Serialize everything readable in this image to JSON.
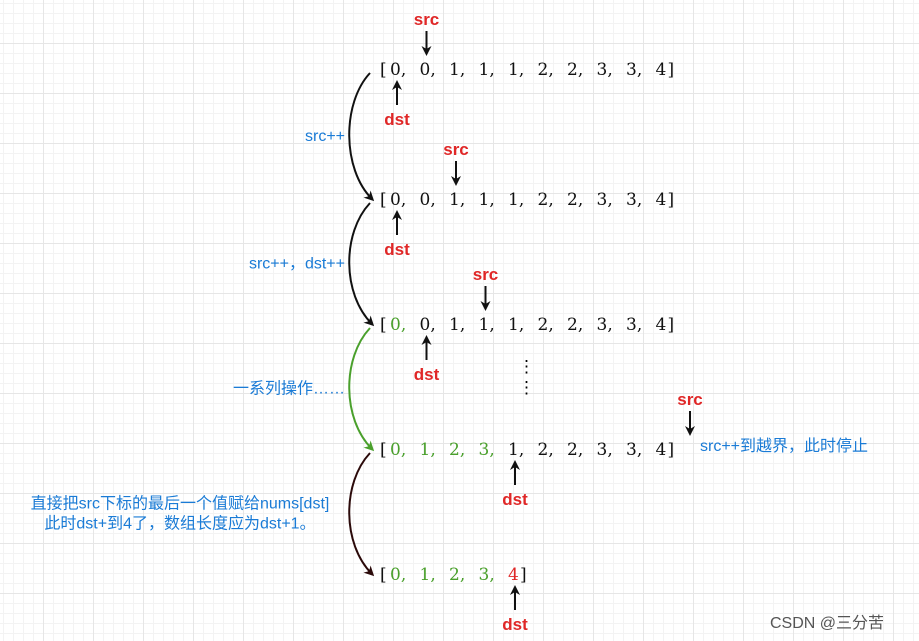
{
  "rows": [
    {
      "open": "[",
      "close": "]",
      "items": [
        "0,",
        "0,",
        "1,",
        "1,",
        "1,",
        "2,",
        "2,",
        "3,",
        "3,",
        "4"
      ],
      "colors": [
        "#111111",
        "#111111",
        "#111111",
        "#111111",
        "#111111",
        "#111111",
        "#111111",
        "#111111",
        "#111111",
        "#111111"
      ]
    },
    {
      "open": "[",
      "close": "]",
      "items": [
        "0,",
        "0,",
        "1,",
        "1,",
        "1,",
        "2,",
        "2,",
        "3,",
        "3,",
        "4"
      ],
      "colors": [
        "#111111",
        "#111111",
        "#111111",
        "#111111",
        "#111111",
        "#111111",
        "#111111",
        "#111111",
        "#111111",
        "#111111"
      ]
    },
    {
      "open": "[",
      "close": "]",
      "items": [
        "0,",
        "0,",
        "1,",
        "1,",
        "1,",
        "2,",
        "2,",
        "3,",
        "3,",
        "4"
      ],
      "colors": [
        "#4aa02c",
        "#111111",
        "#111111",
        "#111111",
        "#111111",
        "#111111",
        "#111111",
        "#111111",
        "#111111",
        "#111111"
      ]
    },
    {
      "open": "[",
      "close": "]",
      "items": [
        "0,",
        "1,",
        "2,",
        "3,",
        "1,",
        "2,",
        "2,",
        "3,",
        "3,",
        "4"
      ],
      "colors": [
        "#4aa02c",
        "#4aa02c",
        "#4aa02c",
        "#4aa02c",
        "#111111",
        "#111111",
        "#111111",
        "#111111",
        "#111111",
        "#111111"
      ]
    },
    {
      "open": "[",
      "close": "]",
      "items": [
        "0,",
        "1,",
        "2,",
        "3,",
        "4"
      ],
      "colors": [
        "#4aa02c",
        "#4aa02c",
        "#4aa02c",
        "#4aa02c",
        "#e02727"
      ]
    }
  ],
  "pointers": [
    {
      "label": "src",
      "row": 0,
      "index": 1,
      "side": "above"
    },
    {
      "label": "dst",
      "row": 0,
      "index": 0,
      "side": "below"
    },
    {
      "label": "src",
      "row": 1,
      "index": 2,
      "side": "above"
    },
    {
      "label": "dst",
      "row": 1,
      "index": 0,
      "side": "below"
    },
    {
      "label": "src",
      "row": 2,
      "index": 3,
      "side": "above"
    },
    {
      "label": "dst",
      "row": 2,
      "index": 1,
      "side": "below"
    },
    {
      "label": "src",
      "row": 3,
      "index": 10,
      "side": "above"
    },
    {
      "label": "dst",
      "row": 3,
      "index": 4,
      "side": "below"
    },
    {
      "label": "dst",
      "row": 4,
      "index": 4,
      "side": "below"
    }
  ],
  "transitions": [
    {
      "from": 0,
      "to": 1,
      "color": "#111111",
      "label_lines": [
        "src++"
      ]
    },
    {
      "from": 1,
      "to": 2,
      "color": "#111111",
      "label_lines": [
        "src++，dst++"
      ]
    },
    {
      "from": 2,
      "to": 3,
      "color": "#4aa02c",
      "label_lines": [
        "一系列操作……"
      ]
    },
    {
      "from": 3,
      "to": 4,
      "color": "#2b0a0a",
      "label_lines": [
        "直接把src下标的最后一个值赋给nums[dst]",
        "此时dst+到4了，数组长度应为dst+1。"
      ]
    }
  ],
  "side_note": "src++到越界，此时停止",
  "ellipsis": "⋮",
  "watermark": "CSDN @三分苦"
}
